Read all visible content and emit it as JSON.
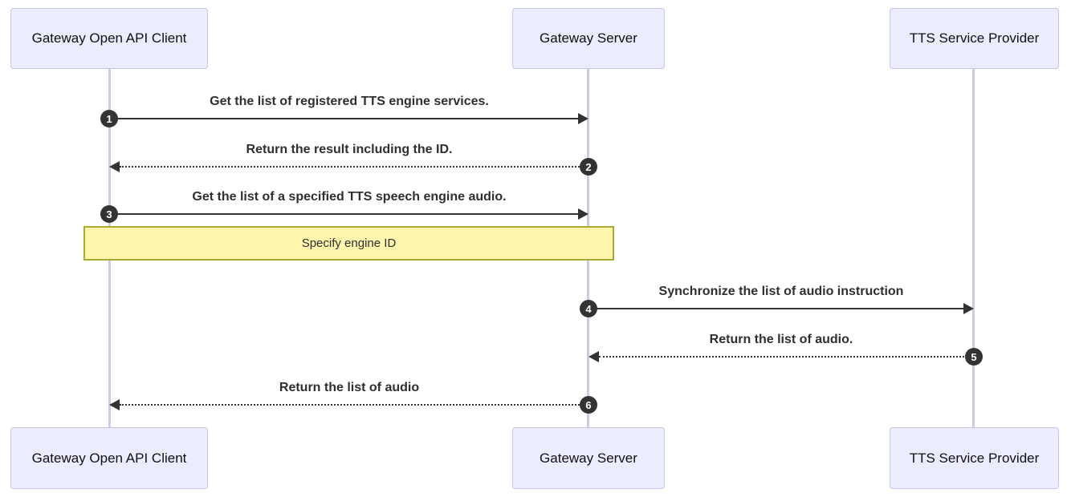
{
  "diagram": {
    "type": "sequence-diagram",
    "actors": [
      {
        "name": "Gateway Open API Client"
      },
      {
        "name": "Gateway Server"
      },
      {
        "name": "TTS Service Provider"
      }
    ],
    "messages": [
      {
        "num": "1",
        "text": "Get the list of registered TTS engine services.",
        "from": "Gateway Open API Client",
        "to": "Gateway Server",
        "line": "solid"
      },
      {
        "num": "2",
        "text": "Return the result including the ID.",
        "from": "Gateway Server",
        "to": "Gateway Open API Client",
        "line": "dashed"
      },
      {
        "num": "3",
        "text": "Get the list of a specified TTS speech engine audio.",
        "from": "Gateway Open API Client",
        "to": "Gateway Server",
        "line": "solid"
      },
      {
        "num": "4",
        "text": "Synchronize the list of audio instruction",
        "from": "Gateway Server",
        "to": "TTS Service Provider",
        "line": "solid"
      },
      {
        "num": "5",
        "text": "Return the list of audio.",
        "from": "TTS Service Provider",
        "to": "Gateway Server",
        "line": "dashed"
      },
      {
        "num": "6",
        "text": "Return the list of audio",
        "from": "Gateway Server",
        "to": "Gateway Open API Client",
        "line": "dashed"
      }
    ],
    "note": {
      "text": "Specify engine ID",
      "over": [
        "Gateway Open API Client",
        "Gateway Server"
      ]
    },
    "colors": {
      "actor_fill": "#ECECFF",
      "actor_border": "#CAC3E8",
      "lifeline": "#D0C9EE",
      "line": "#333333",
      "sequence_number_fill": "#333333",
      "note_fill": "#FFF5AD",
      "note_border": "#AAAA33",
      "background": "#FFFFFF"
    }
  }
}
